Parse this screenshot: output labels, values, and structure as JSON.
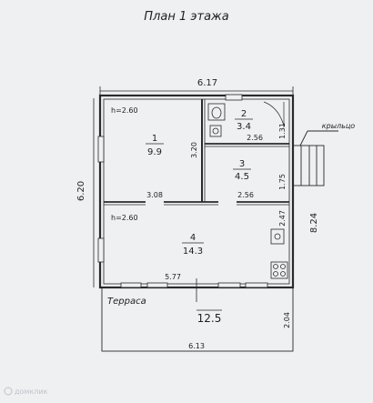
{
  "title": "План 1 этажа",
  "overall": {
    "width_top": "6.17",
    "height_left": "6.20",
    "height_right": "8.24"
  },
  "rooms": [
    {
      "number": "1",
      "area": "9.9",
      "ceiling": "h=2.60",
      "dims": [
        "3.20",
        "3.08"
      ]
    },
    {
      "number": "2",
      "area": "3.4",
      "dims": [
        "2.56",
        "1.31"
      ]
    },
    {
      "number": "3",
      "area": "4.5",
      "dims": [
        "1.75",
        "2.56"
      ]
    },
    {
      "number": "4",
      "area": "14.3",
      "ceiling": "h=2.60",
      "dims": [
        "2.47",
        "5.77"
      ]
    }
  ],
  "terrace": {
    "label": "Терраса",
    "area": "12.5",
    "dims": [
      "2.04",
      "6.13"
    ]
  },
  "porch": {
    "label": "крыльцо"
  },
  "watermark": "домклик",
  "colors": {
    "line": "#2a2a2e",
    "background": "#eef0f1",
    "hatch": "#3a3a3e"
  }
}
